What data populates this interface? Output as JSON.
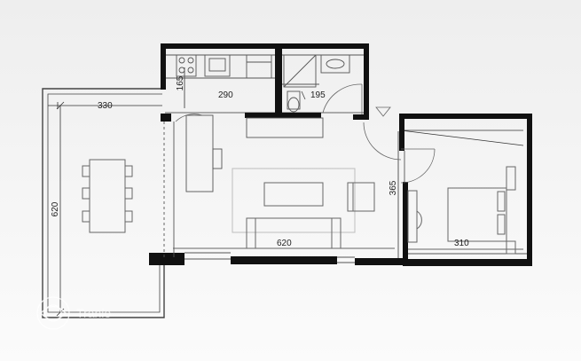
{
  "dimensions": {
    "terrace_width": "330",
    "terrace_depth": "620",
    "kitchen_width": "165",
    "kitchen_length": "290",
    "bathroom_width": "195",
    "living_depth": "365",
    "living_width": "620",
    "bedroom_width": "310"
  },
  "watermark": "Tranio",
  "colors": {
    "wall": "#111111",
    "line": "#555555",
    "furniture": "#666666",
    "rug": "#bdbdbd",
    "dashed": "#888888"
  }
}
